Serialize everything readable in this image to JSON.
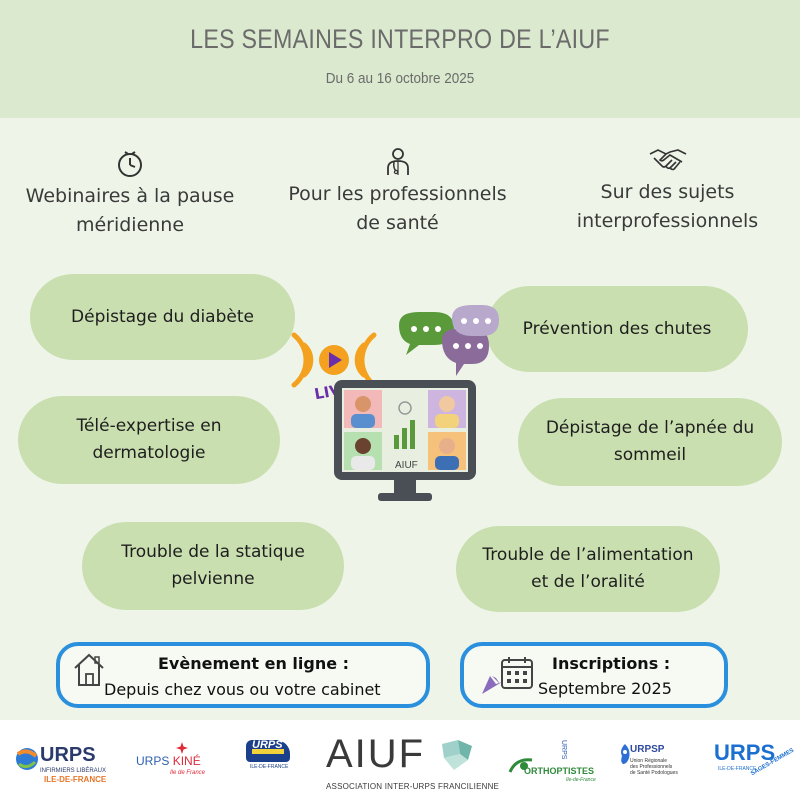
{
  "header": {
    "title": "LES SEMAINES INTERPRO DE L’AIUF",
    "dates": "Du 6 au 16 octobre 2025"
  },
  "features": [
    {
      "icon": "clock-icon",
      "line1": "Webinaires à la pause",
      "line2": "méridienne"
    },
    {
      "icon": "doctor-icon",
      "line1": "Pour les professionnels",
      "line2": "de santé"
    },
    {
      "icon": "handshake-icon",
      "line1": "Sur des sujets",
      "line2": "interprofessionnels"
    }
  ],
  "topics": {
    "left": [
      {
        "line1": "Dépistage du diabète",
        "line2": ""
      },
      {
        "line1": "Télé-expertise en",
        "line2": "dermatologie"
      },
      {
        "line1": "Trouble de la statique",
        "line2": "pelvienne"
      }
    ],
    "right": [
      {
        "line1": "Prévention des chutes",
        "line2": ""
      },
      {
        "line1": "Dépistage de l’apnée du",
        "line2": "sommeil"
      },
      {
        "line1": "Trouble de l’alimentation",
        "line2": "et de l’oralité"
      }
    ]
  },
  "illustration": {
    "live_label": "LIVE",
    "screen_brand": "AIUF"
  },
  "event_box": {
    "icon": "house-icon",
    "title": "Evènement en ligne :",
    "text": "Depuis chez vous ou votre cabinet"
  },
  "registration_box": {
    "icon": "calendar-icon",
    "title": "Inscriptions :",
    "text": "Septembre 2025"
  },
  "footer_logos": {
    "urps_inf": {
      "name": "URPS",
      "sub1": "INFIRMIERS LIBÉRAUX",
      "sub2": "ILE-DE-FRANCE"
    },
    "urps_kine": {
      "name": "URPS",
      "accent": "KINÉ",
      "sub": "Ile de France"
    },
    "urps_med": {
      "name": "URPS",
      "sub": "ILE-DE-FRANCE"
    },
    "aiuf": {
      "name": "AIUF",
      "sub": "ASSOCIATION INTER-URPS FRANCILIENNE"
    },
    "orthoptistes": {
      "name": "ORTHOPTISTES",
      "vertical": "URPS",
      "sub": "Ile-de-France"
    },
    "urpsp": {
      "name": "URPSP",
      "sub1": "Union Régionale",
      "sub2": "des Professionnels",
      "sub3": "de Santé Podologues"
    },
    "urps_sf": {
      "name": "URPS",
      "sub1": "ILE-DE-FRANCE",
      "sub2": "SAGES-FEMMES"
    }
  },
  "colors": {
    "header_bg": "#dbe9cf",
    "page_bg": "#eef5e8",
    "pill": "#c9dfb0",
    "box_border": "#2a8fdc",
    "live_orange": "#f3a11f",
    "live_purple": "#6a2ea8"
  }
}
